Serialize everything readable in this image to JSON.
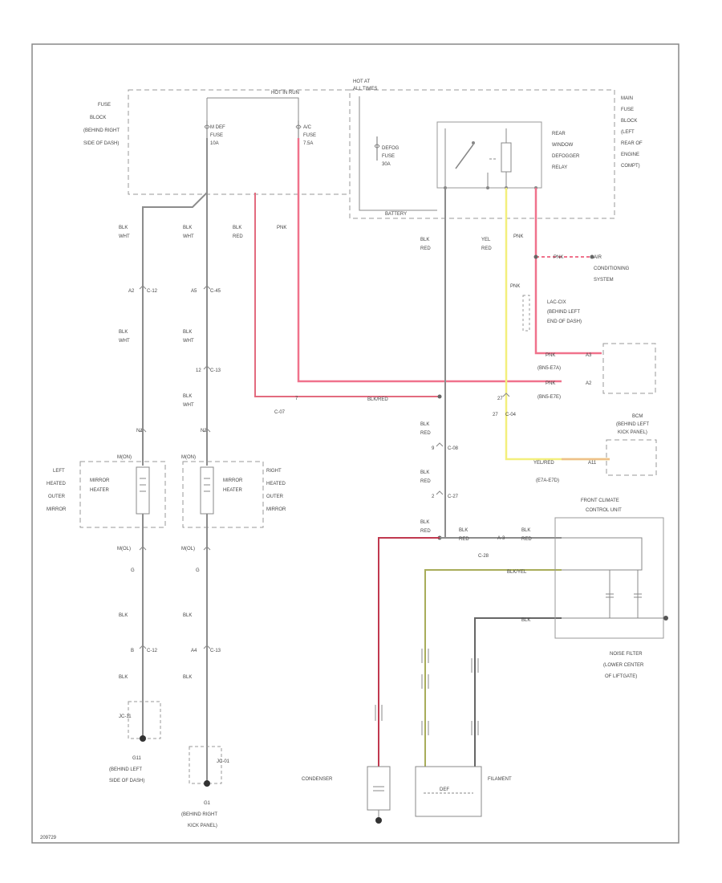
{
  "colors": {
    "wire_gray": "#8c8c8c",
    "wire_red": "#e36b7f",
    "wire_pink": "#f0728c",
    "wire_yellow": "#f3ef7c",
    "wire_orange": "#eec089",
    "wire_olive": "#a8ad5a",
    "wire_dark": "#666666",
    "box_dash": "#999999"
  },
  "top": {
    "hot_in_run": "HOT IN RUN",
    "hot_at_all_times_1": "HOT AT",
    "hot_at_all_times_2": "ALL TIMES"
  },
  "fuse_block": {
    "l1": "FUSE",
    "l2": "BLOCK",
    "l3": "(BEHIND RIGHT",
    "l4": "SIDE OF DASH)"
  },
  "main_fuse_block": {
    "l1": "MAIN",
    "l2": "FUSE",
    "l3": "BLOCK",
    "l4": "(LEFT",
    "l5": "REAR OF",
    "l6": "ENGINE",
    "l7": "COMPT)"
  },
  "fuses": {
    "mdef": {
      "l1": "M DEF",
      "l2": "FUSE",
      "l3": "10A"
    },
    "ac": {
      "l1": "A/C",
      "l2": "FUSE",
      "l3": "7.5A"
    },
    "defog": {
      "l1": "DEFOG",
      "l2": "FUSE",
      "l3": "30A"
    }
  },
  "battery": "BATTERY",
  "relay": {
    "l1": "REAR",
    "l2": "WINDOW",
    "l3": "DEFOGGER",
    "l4": "RELAY"
  },
  "wires": {
    "blk_wht": "BLK",
    "wht": "WHT",
    "blk": "BLK",
    "red": "RED",
    "pnk": "PNK",
    "yel": "YEL",
    "blk_red": "BLK/RED",
    "yel_red": "YEL/RED",
    "blk_yel": "BLK/YEL"
  },
  "connectors": {
    "c12a": "A2",
    "c12a_name": "C-12",
    "c45": "A5",
    "c45_name": "C-45",
    "c13": "C-13",
    "c13_pin": "12",
    "c07": "C-07",
    "c07_pin": "7",
    "c07_name": "C-07",
    "c04": "C-04",
    "c04_pin": "27",
    "c08": "C-08",
    "c08_pin": "9",
    "c27": "C-27",
    "c27_pin": "2",
    "c28": "C-28",
    "c28_pin": "A-3",
    "c12b": "C-12",
    "c12b_pin": "B",
    "c13b": "C-13",
    "c13b_pin": "A4",
    "n1": "N1",
    "n2": "N2",
    "mon_l": "M(ON)",
    "mon_r": "M(ON)",
    "mcl_l": "M(OL)",
    "mcl_r": "M(OL)",
    "g_l": "G",
    "g_r": "G"
  },
  "ac_system": {
    "l1": "AIR",
    "l2": "CONDITIONING",
    "l3": "SYSTEM",
    "wire": "PNK"
  },
  "lac": {
    "l1": "LAC-CIX",
    "l2": "(BEHIND LEFT",
    "l3": "END OF DASH)"
  },
  "bcm": {
    "l1": "BCM",
    "l2": "(BEHIND LEFT",
    "l3": "KICK PANEL)"
  },
  "bcm_pins": {
    "p1": "PNK",
    "p1n": "A3",
    "p2": "PNK",
    "p2n": "A2",
    "conn1": "(BN5-E7A)",
    "conn2": "(BN5-E7E)",
    "yel_red": "YEL/RED",
    "yel_pin": "A11",
    "conn3": "(E7A-E7D)"
  },
  "mirrors": {
    "left": {
      "l1": "LEFT",
      "l2": "HEATED",
      "l3": "OUTER",
      "l4": "MIRROR",
      "heater1": "MIRROR",
      "heater2": "HEATER"
    },
    "right": {
      "l1": "RIGHT",
      "l2": "HEATED",
      "l3": "OUTER",
      "l4": "MIRROR",
      "heater1": "MIRROR",
      "heater2": "HEATER"
    }
  },
  "front_climate": {
    "l1": "FRONT CLIMATE",
    "l2": "CONTROL UNIT"
  },
  "noise_filter": {
    "l1": "NOISE FILTER",
    "l2": "(LOWER CENTER",
    "l3": "OF LIFTGATE)"
  },
  "condenser": "CONDENSER",
  "filament": "FILAMENT",
  "filament_inner": "DEF",
  "grounds": {
    "g11": {
      "l1": "G11",
      "l2": "(BEHIND LEFT",
      "l3": "SIDE OF DASH)",
      "jc": "JC-11"
    },
    "g1": {
      "l1": "G1",
      "l2": "(BEHIND RIGHT",
      "l3": "KICK PANEL)",
      "jc": "JC-01"
    }
  },
  "corner_code": "209729"
}
